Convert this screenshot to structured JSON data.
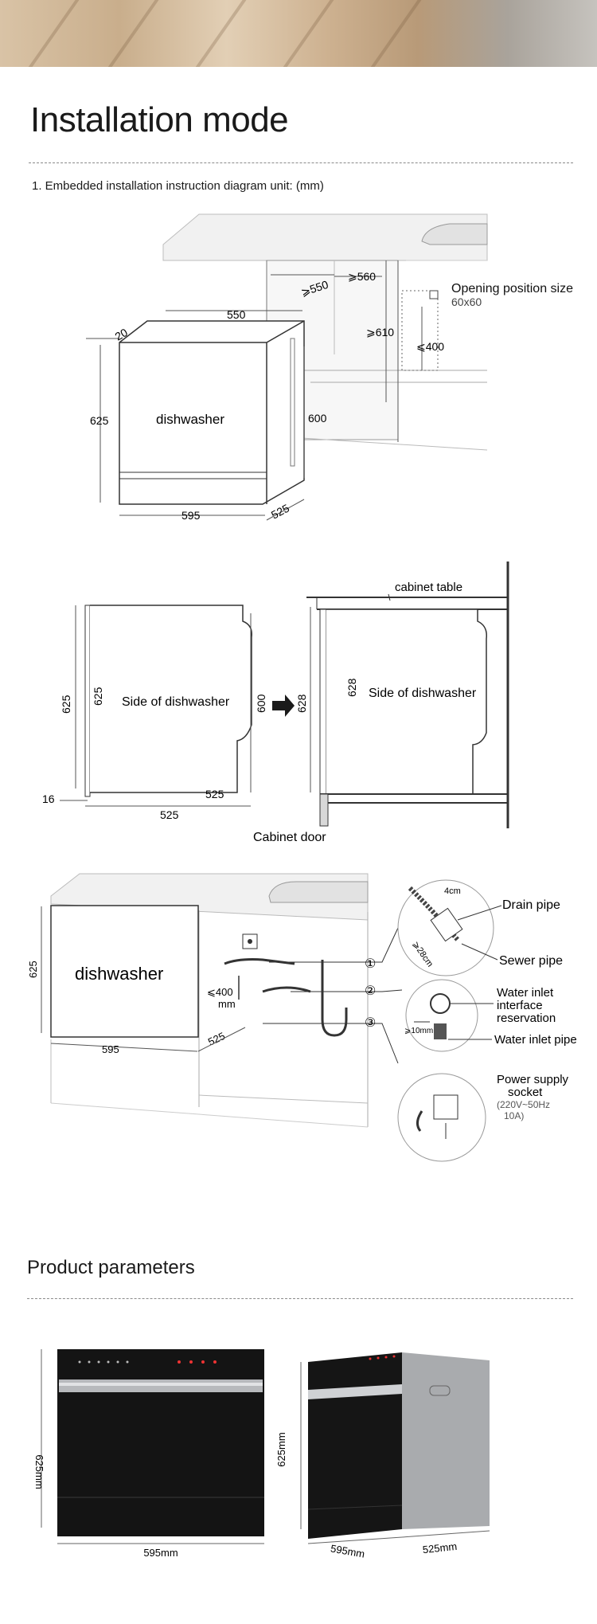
{
  "section1": {
    "title": "Installation mode",
    "subtitle": "1. Embedded installation instruction diagram unit: (mm)"
  },
  "diagram1": {
    "dishwasher_label": "dishwasher",
    "dim_550_depth": "550",
    "dim_20": "20",
    "dim_625": "625",
    "dim_595": "595",
    "dim_525": "525",
    "dim_600": "600",
    "dim_ge550": "⩾550",
    "dim_ge560": "⩾560",
    "dim_ge610": "⩾610",
    "dim_le400": "⩽400",
    "opening_label": "Opening position size",
    "opening_size": "60x60"
  },
  "diagram2": {
    "left_side_label": "Side of dishwasher",
    "left_625_outer": "625",
    "left_625_inner": "625",
    "left_600": "600",
    "left_16": "16",
    "left_525_bottom": "525",
    "left_525_inner": "525",
    "cabinet_table": "cabinet table",
    "right_side_label": "Side of dishwasher",
    "right_628_outer": "628",
    "right_628_inner": "628",
    "cabinet_door": "Cabinet door"
  },
  "diagram3": {
    "dishwasher_label": "dishwasher",
    "dim_625": "625",
    "dim_595": "595",
    "dim_525": "525",
    "dim_le400": "⩽400",
    "dim_mm": "mm",
    "num1": "①",
    "num2": "②",
    "num3": "③",
    "drain_pipe": "Drain pipe",
    "sewer_pipe": "Sewer pipe",
    "dim_4cm": "4cm",
    "dim_ge28cm": "⩾28cm",
    "water_inlet_reservation_1": "Water inlet",
    "water_inlet_reservation_2": "interface",
    "water_inlet_reservation_3": "reservation",
    "dim_10mm": "⩾10mm",
    "water_inlet_pipe": "Water inlet pipe",
    "power_1": "Power supply",
    "power_2": "socket",
    "power_spec_1": "(220V~50Hz",
    "power_spec_2": "10A)"
  },
  "section2": {
    "title": "Product parameters"
  },
  "product": {
    "front_height": "625mm",
    "front_width": "595mm",
    "side_height": "625mm",
    "side_width": "595mm",
    "side_depth": "525mm"
  },
  "colors": {
    "line": "#333333",
    "appliance_black": "#141414",
    "steel": "#b7b9bc"
  }
}
